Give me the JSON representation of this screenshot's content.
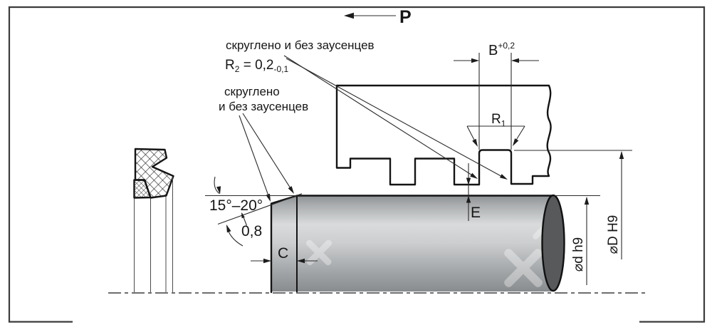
{
  "labels": {
    "pressure": "P",
    "note_groove_line1": "скруглено и без заусенцев",
    "note_groove_r2_base": "R",
    "note_groove_r2_sub": "2",
    "note_groove_r2_eq": " = 0,2",
    "note_groove_r2_tol": "-0,1",
    "note_chamfer_line1": "скруглено",
    "note_chamfer_line2": "и без заусенцев",
    "groove_width_base": "B",
    "groove_width_tol": "+0,2",
    "groove_radius_base": "R",
    "groove_radius_sub": "1",
    "chamfer_angle": "15°–20°",
    "chamfer_roughness": "0,8",
    "chamfer_length": "C",
    "radial_clearance": "E",
    "rod_diameter": "⌀d h9",
    "bore_diameter": "⌀D H9"
  },
  "colors": {
    "housing_fill": "#b5b8ba",
    "rod_end_fill": "#58595b",
    "outline": "#1c1c1c"
  }
}
